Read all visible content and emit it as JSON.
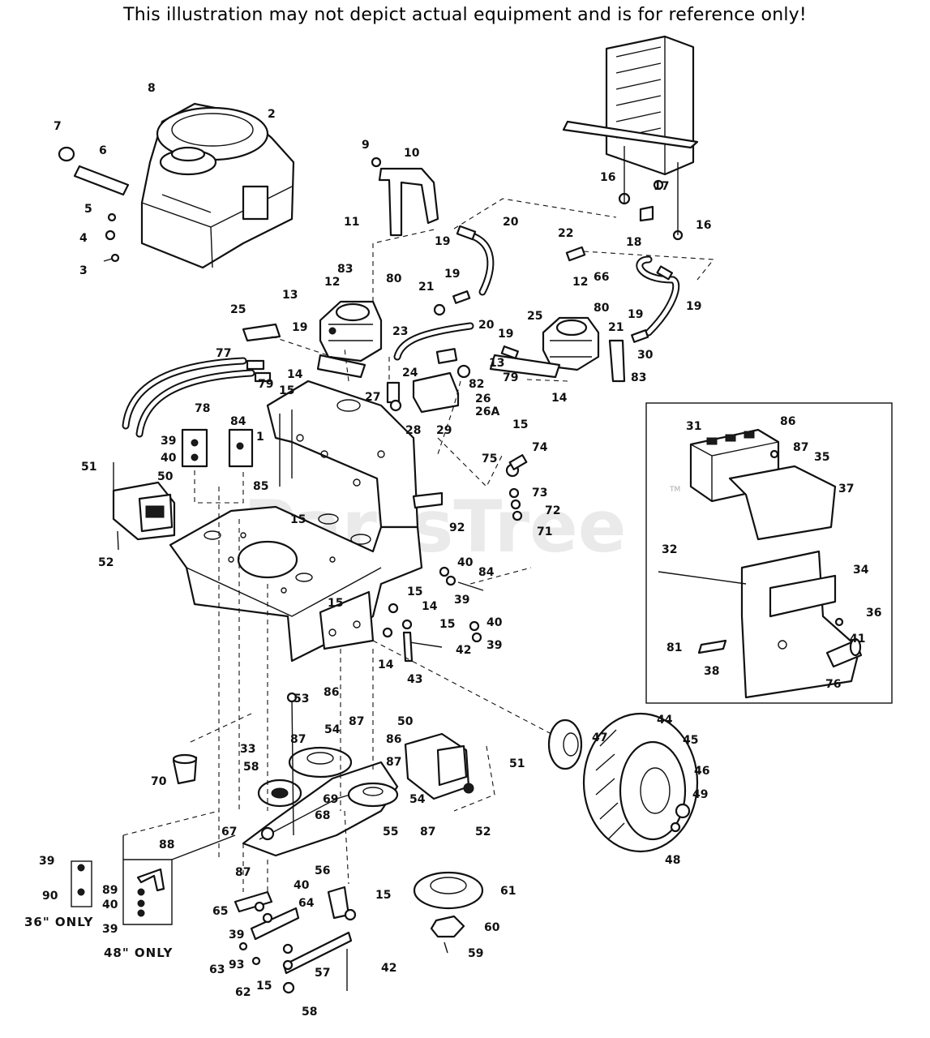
{
  "header": {
    "disclaimer": "This illustration may not depict actual equipment and is for reference only!"
  },
  "watermark": {
    "text": "PartsTree",
    "trademark": "TM"
  },
  "notes": {
    "size_36": "36\" ONLY",
    "size_48": "48\" ONLY"
  },
  "callouts": [
    "1",
    "2",
    "3",
    "4",
    "5",
    "6",
    "7",
    "8",
    "9",
    "10",
    "11",
    "12",
    "12",
    "13",
    "13",
    "14",
    "14",
    "14",
    "14",
    "15",
    "15",
    "15",
    "15",
    "15",
    "15",
    "15",
    "15",
    "16",
    "16",
    "17",
    "18",
    "19",
    "19",
    "19",
    "19",
    "19",
    "19",
    "20",
    "20",
    "21",
    "21",
    "22",
    "23",
    "24",
    "25",
    "25",
    "26",
    "26A",
    "27",
    "28",
    "29",
    "30",
    "31",
    "32",
    "33",
    "34",
    "35",
    "36",
    "37",
    "38",
    "39",
    "39",
    "39",
    "39",
    "39",
    "39",
    "40",
    "40",
    "40",
    "40",
    "40",
    "41",
    "42",
    "42",
    "43",
    "44",
    "45",
    "46",
    "47",
    "48",
    "49",
    "50",
    "50",
    "51",
    "51",
    "52",
    "52",
    "53",
    "54",
    "54",
    "55",
    "56",
    "57",
    "58",
    "58",
    "59",
    "60",
    "61",
    "62",
    "63",
    "64",
    "65",
    "66",
    "67",
    "68",
    "69",
    "70",
    "71",
    "72",
    "73",
    "74",
    "75",
    "76",
    "77",
    "78",
    "79",
    "79",
    "80",
    "80",
    "81",
    "82",
    "83",
    "83",
    "84",
    "84",
    "85",
    "86",
    "86",
    "86",
    "87",
    "87",
    "87",
    "87",
    "87",
    "87",
    "88",
    "89",
    "90",
    "92",
    "93"
  ]
}
